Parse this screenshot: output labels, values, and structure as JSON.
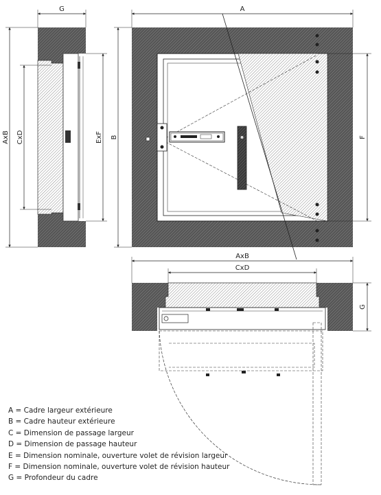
{
  "dimension_labels": {
    "g_top": "G",
    "a_top": "A",
    "axb_left": "AxB",
    "cxd_left": "CxD",
    "exf_left": "ExF",
    "b_front": "B",
    "f_front": "F",
    "axb_bottom": "AxB",
    "cxd_bottom": "CxD",
    "g_right": "G"
  },
  "legend": [
    "A = Cadre largeur extérieure",
    "B = Cadre hauteur extérieure",
    "C = Dimension de passage largeur",
    "D = Dimension de passage hauteur",
    "E = Dimension nominale, ouverture volet de révision largeur",
    "F = Dimension nominale, ouverture volet de révision hauteur",
    "G = Profondeur du cadre"
  ],
  "colors": {
    "wall": "#5a5a5a",
    "line": "#222222",
    "hatch_light": "#9a9a9a"
  }
}
